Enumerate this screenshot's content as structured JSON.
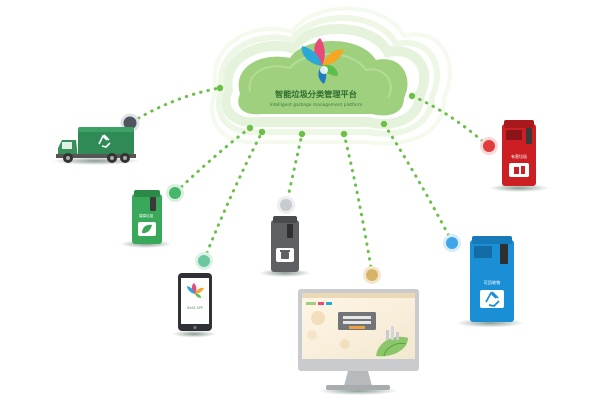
{
  "platform": {
    "title_zh": "智能垃圾分类管理平台",
    "title_en": "Intelligent garbage management platform"
  },
  "devices": {
    "green_bin_label": "易腐垃圾",
    "red_bin_label": "有害垃圾",
    "blue_bin_label": "可回收物",
    "phone_caption": "BASE APP"
  },
  "colors": {
    "cloud_fill": "#9fd07e",
    "halo": "#c5e4ad",
    "link_dots": "#6cc04a",
    "truck_green": "#2f8a56",
    "red_bin": "#cc1f24",
    "blue_bin": "#1b8fd6",
    "green_bin": "#39a85a",
    "grey_bin": "#5f6063",
    "node_red": "#e23b3b",
    "node_blue": "#3ea6e8",
    "node_grey": "#4f5560",
    "node_green": "#45b86a",
    "node_mint": "#6cc7a0",
    "node_gold": "#d8b46a",
    "node_silver": "#c8ccd0"
  },
  "icons": [
    "cloud-icon",
    "leaf-logo-icon",
    "recycle-icon",
    "truck-icon",
    "trash-bin-icon",
    "smartphone-icon",
    "monitor-icon"
  ]
}
